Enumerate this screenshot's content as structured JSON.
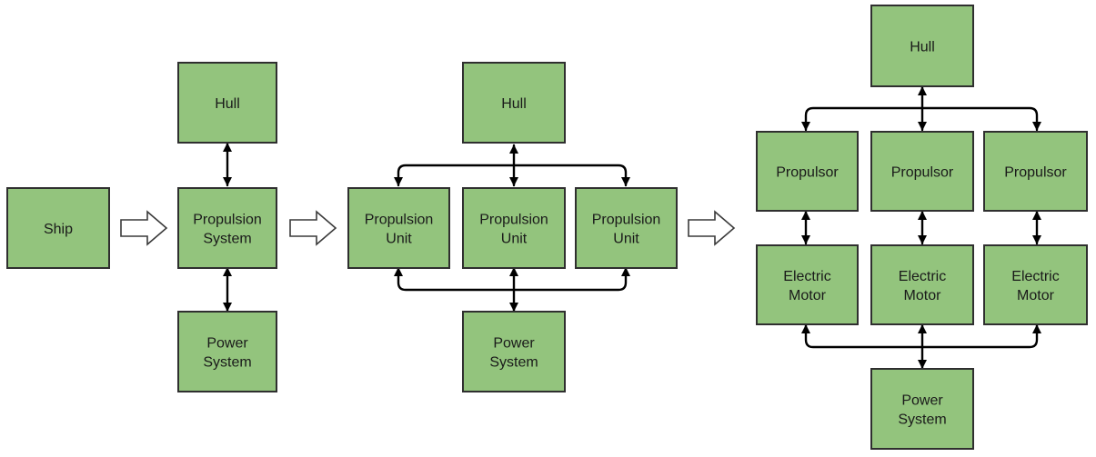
{
  "colors": {
    "box_fill": "#93c47d",
    "box_stroke": "#2f2f2f",
    "connector": "#000000",
    "stage_arrow_fill": "#ffffff",
    "stage_arrow_stroke": "#3a3a3a"
  },
  "stages": [
    {
      "boxes": [
        {
          "id": "s1-ship",
          "lines": [
            "Ship"
          ]
        }
      ]
    },
    {
      "boxes": [
        {
          "id": "s2-hull",
          "lines": [
            "Hull"
          ]
        },
        {
          "id": "s2-propulsion-system",
          "lines": [
            "Propulsion",
            "System"
          ]
        },
        {
          "id": "s2-power-system",
          "lines": [
            "Power",
            "System"
          ]
        }
      ]
    },
    {
      "boxes": [
        {
          "id": "s3-hull",
          "lines": [
            "Hull"
          ]
        },
        {
          "id": "s3-unit-1",
          "lines": [
            "Propulsion",
            "Unit"
          ]
        },
        {
          "id": "s3-unit-2",
          "lines": [
            "Propulsion",
            "Unit"
          ]
        },
        {
          "id": "s3-unit-3",
          "lines": [
            "Propulsion",
            "Unit"
          ]
        },
        {
          "id": "s3-power-system",
          "lines": [
            "Power",
            "System"
          ]
        }
      ]
    },
    {
      "boxes": [
        {
          "id": "s4-hull",
          "lines": [
            "Hull"
          ]
        },
        {
          "id": "s4-propulsor-1",
          "lines": [
            "Propulsor"
          ]
        },
        {
          "id": "s4-propulsor-2",
          "lines": [
            "Propulsor"
          ]
        },
        {
          "id": "s4-propulsor-3",
          "lines": [
            "Propulsor"
          ]
        },
        {
          "id": "s4-motor-1",
          "lines": [
            "Electric",
            "Motor"
          ]
        },
        {
          "id": "s4-motor-2",
          "lines": [
            "Electric",
            "Motor"
          ]
        },
        {
          "id": "s4-motor-3",
          "lines": [
            "Electric",
            "Motor"
          ]
        },
        {
          "id": "s4-power-system",
          "lines": [
            "Power",
            "System"
          ]
        }
      ]
    }
  ],
  "connections": [
    {
      "from": "s2-hull",
      "to": "s2-propulsion-system",
      "kind": "bidirectional"
    },
    {
      "from": "s2-propulsion-system",
      "to": "s2-power-system",
      "kind": "bidirectional"
    },
    {
      "from": "s3-hull",
      "to": [
        "s3-unit-1",
        "s3-unit-2",
        "s3-unit-3"
      ],
      "kind": "bidirectional-bus"
    },
    {
      "from": "s3-power-system",
      "to": [
        "s3-unit-1",
        "s3-unit-2",
        "s3-unit-3"
      ],
      "kind": "bidirectional-bus"
    },
    {
      "from": "s4-hull",
      "to": [
        "s4-propulsor-1",
        "s4-propulsor-2",
        "s4-propulsor-3"
      ],
      "kind": "bidirectional-bus"
    },
    {
      "from": "s4-propulsor-1",
      "to": "s4-motor-1",
      "kind": "bidirectional"
    },
    {
      "from": "s4-propulsor-2",
      "to": "s4-motor-2",
      "kind": "bidirectional"
    },
    {
      "from": "s4-propulsor-3",
      "to": "s4-motor-3",
      "kind": "bidirectional"
    },
    {
      "from": "s4-power-system",
      "to": [
        "s4-motor-1",
        "s4-motor-2",
        "s4-motor-3"
      ],
      "kind": "bidirectional-bus"
    }
  ],
  "stage_transitions": [
    {
      "from_stage": 1,
      "to_stage": 2
    },
    {
      "from_stage": 2,
      "to_stage": 3
    },
    {
      "from_stage": 3,
      "to_stage": 4
    }
  ]
}
